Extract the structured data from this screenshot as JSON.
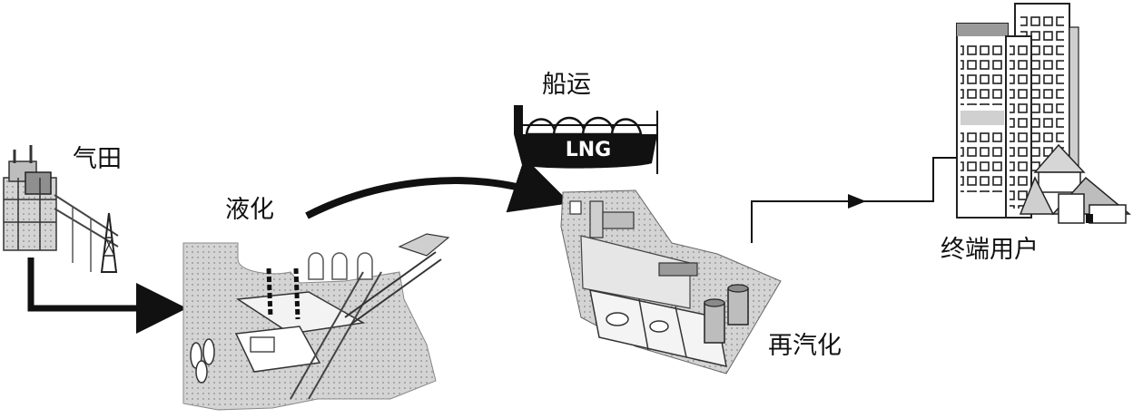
{
  "diagram": {
    "labels": {
      "gas_field": "气田",
      "liquefaction": "液化",
      "shipping": "船运",
      "regasification": "再汽化",
      "end_user": "终端用户"
    },
    "ship_text": "LNG",
    "colors": {
      "ink": "#111111",
      "gray": "#c9c9c9",
      "light_gray": "#e6e6e6",
      "dark_gray": "#8a8a8a",
      "white": "#ffffff"
    },
    "icons": [
      "gas-field-rig-icon",
      "liquefaction-plant-icon",
      "lng-ship-icon",
      "regasification-terminal-icon",
      "city-buildings-icon"
    ]
  }
}
